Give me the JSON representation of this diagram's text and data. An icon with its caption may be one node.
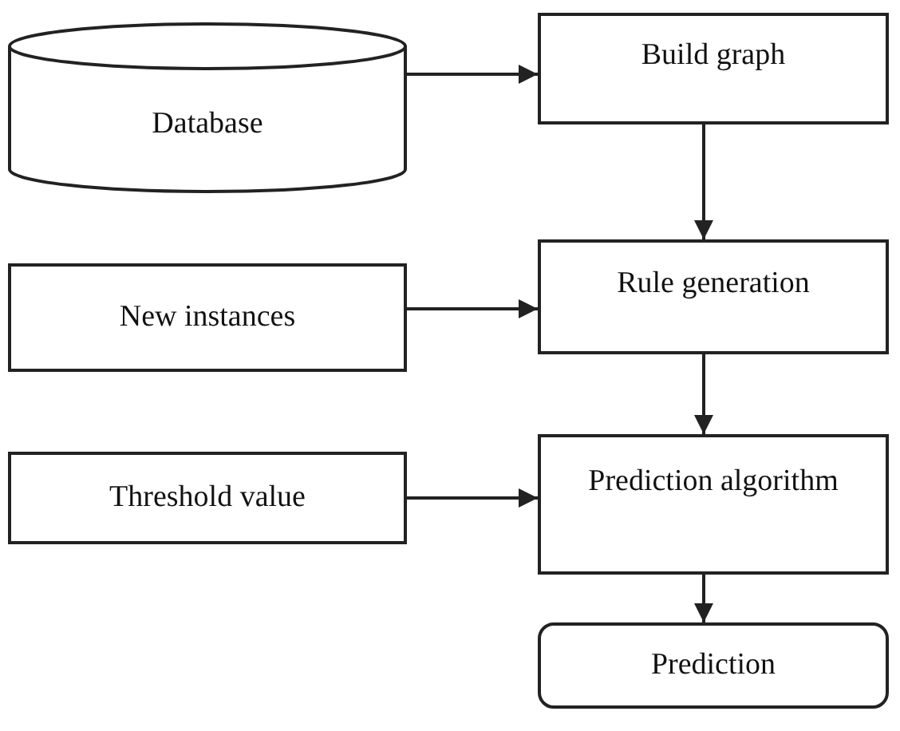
{
  "diagram": {
    "nodes": [
      {
        "text": [
          "Database"
        ]
      },
      {
        "text": [
          "Build graph"
        ]
      },
      {
        "text": [
          "New instances"
        ]
      },
      {
        "text": [
          "Rule generation"
        ]
      },
      {
        "text": [
          "Threshold value"
        ]
      },
      {
        "text": [
          "Prediction algorithm"
        ]
      },
      {
        "text": [
          "Prediction"
        ]
      }
    ],
    "edges": [
      {
        "from": 0,
        "to": 1,
        "arrow": "to"
      },
      {
        "from": 1,
        "to": 3,
        "arrow": "to"
      },
      {
        "from": 2,
        "to": 3,
        "arrow": "to"
      },
      {
        "from": 3,
        "to": 5,
        "arrow": "to"
      },
      {
        "from": 4,
        "to": 5,
        "arrow": "to"
      },
      {
        "from": 5,
        "to": 6,
        "arrow": "to"
      }
    ]
  }
}
